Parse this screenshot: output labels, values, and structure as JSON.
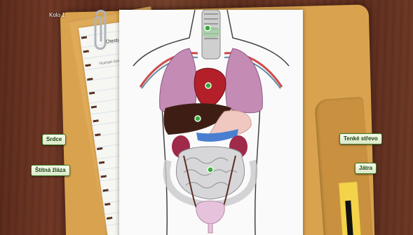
{
  "game": {
    "level_label": "Kolo 1",
    "notepad_title": "Otestuj",
    "notepad_line": "Human body"
  },
  "labels": {
    "heart": "Srdce",
    "thyroid": "Štítná žláza",
    "small_intestine": "Tenké střevo",
    "liver": "Játra"
  },
  "icons": {
    "paperclip": "paperclip-icon",
    "drop_target": "green-dot-icon"
  },
  "colors": {
    "button_border": "#3f7d2b",
    "target_dot": "#3aa63a",
    "lungs": "#c48bb5",
    "heart": "#b3202a",
    "liver": "#3e1e14"
  }
}
